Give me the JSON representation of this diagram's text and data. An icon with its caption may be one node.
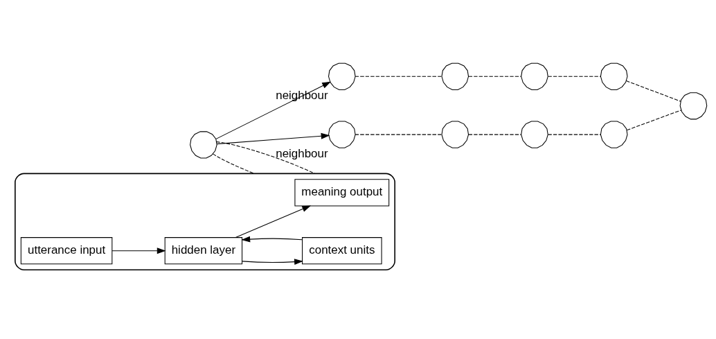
{
  "diagram": {
    "nodes": [
      {
        "text": [],
        "shape": "cloud"
      },
      {
        "text": [],
        "shape": "cloud"
      },
      {
        "text": [],
        "shape": "cloud",
        "beside": [
          "neighbour"
        ]
      },
      {
        "text": [],
        "shape": "cloud"
      },
      {
        "text": [],
        "shape": "cloud"
      },
      {
        "text": [],
        "shape": "cloud"
      },
      {
        "text": [],
        "shape": "cloud",
        "beside": [
          "neighbour"
        ]
      },
      {
        "text": [],
        "shape": "cloud"
      },
      {
        "text": [],
        "shape": "cloud"
      },
      {
        "text": [],
        "shape": "cloud"
      },
      {
        "text": [],
        "shape": "cloud"
      },
      {
        "text": [
          "meaning output"
        ],
        "in": 10
      },
      {
        "text": [
          "hidden layer"
        ],
        "in": 10
      },
      {
        "text": [
          "utterance input"
        ],
        "in": 10
      },
      {
        "text": [
          "context units"
        ],
        "in": 10
      }
    ],
    "edges": [
      {
        "from": 2,
        "to": 0,
        "arrow": "none",
        "style": "dashed"
      },
      {
        "from": 0,
        "to": 1,
        "arrow": "none",
        "style": "dashed"
      },
      {
        "from": 1,
        "to": 3,
        "arrow": "none",
        "style": "dashed"
      },
      {
        "from": 3,
        "to": 5,
        "arrow": "none",
        "style": "dashed"
      },
      {
        "from": 5,
        "to": 7,
        "arrow": "none",
        "style": "dashed"
      },
      {
        "from": 7,
        "to": 8,
        "arrow": "none",
        "style": "dashed"
      },
      {
        "from": 8,
        "to": 9,
        "arrow": "none",
        "style": "dashed"
      },
      {
        "from": 9,
        "to": 6,
        "arrow": "none",
        "style": "dashed"
      },
      {
        "from": 4,
        "to": 2,
        "arrow": "to"
      },
      {
        "from": 4,
        "to": 6,
        "arrow": "to"
      },
      {
        "from": 4,
        "to": 10,
        "arrow": "none",
        "style": "dashed"
      },
      {
        "from": 4,
        "to": 10,
        "arrow": "none",
        "style": "dashed"
      },
      {
        "from": 12,
        "to": 11,
        "arrow": "to"
      },
      {
        "from": 13,
        "to": 12,
        "arrow": "to"
      },
      {
        "from": 14,
        "to": 12,
        "arrow": "to"
      },
      {
        "from": 12,
        "to": 14,
        "arrow": "to"
      }
    ]
  }
}
